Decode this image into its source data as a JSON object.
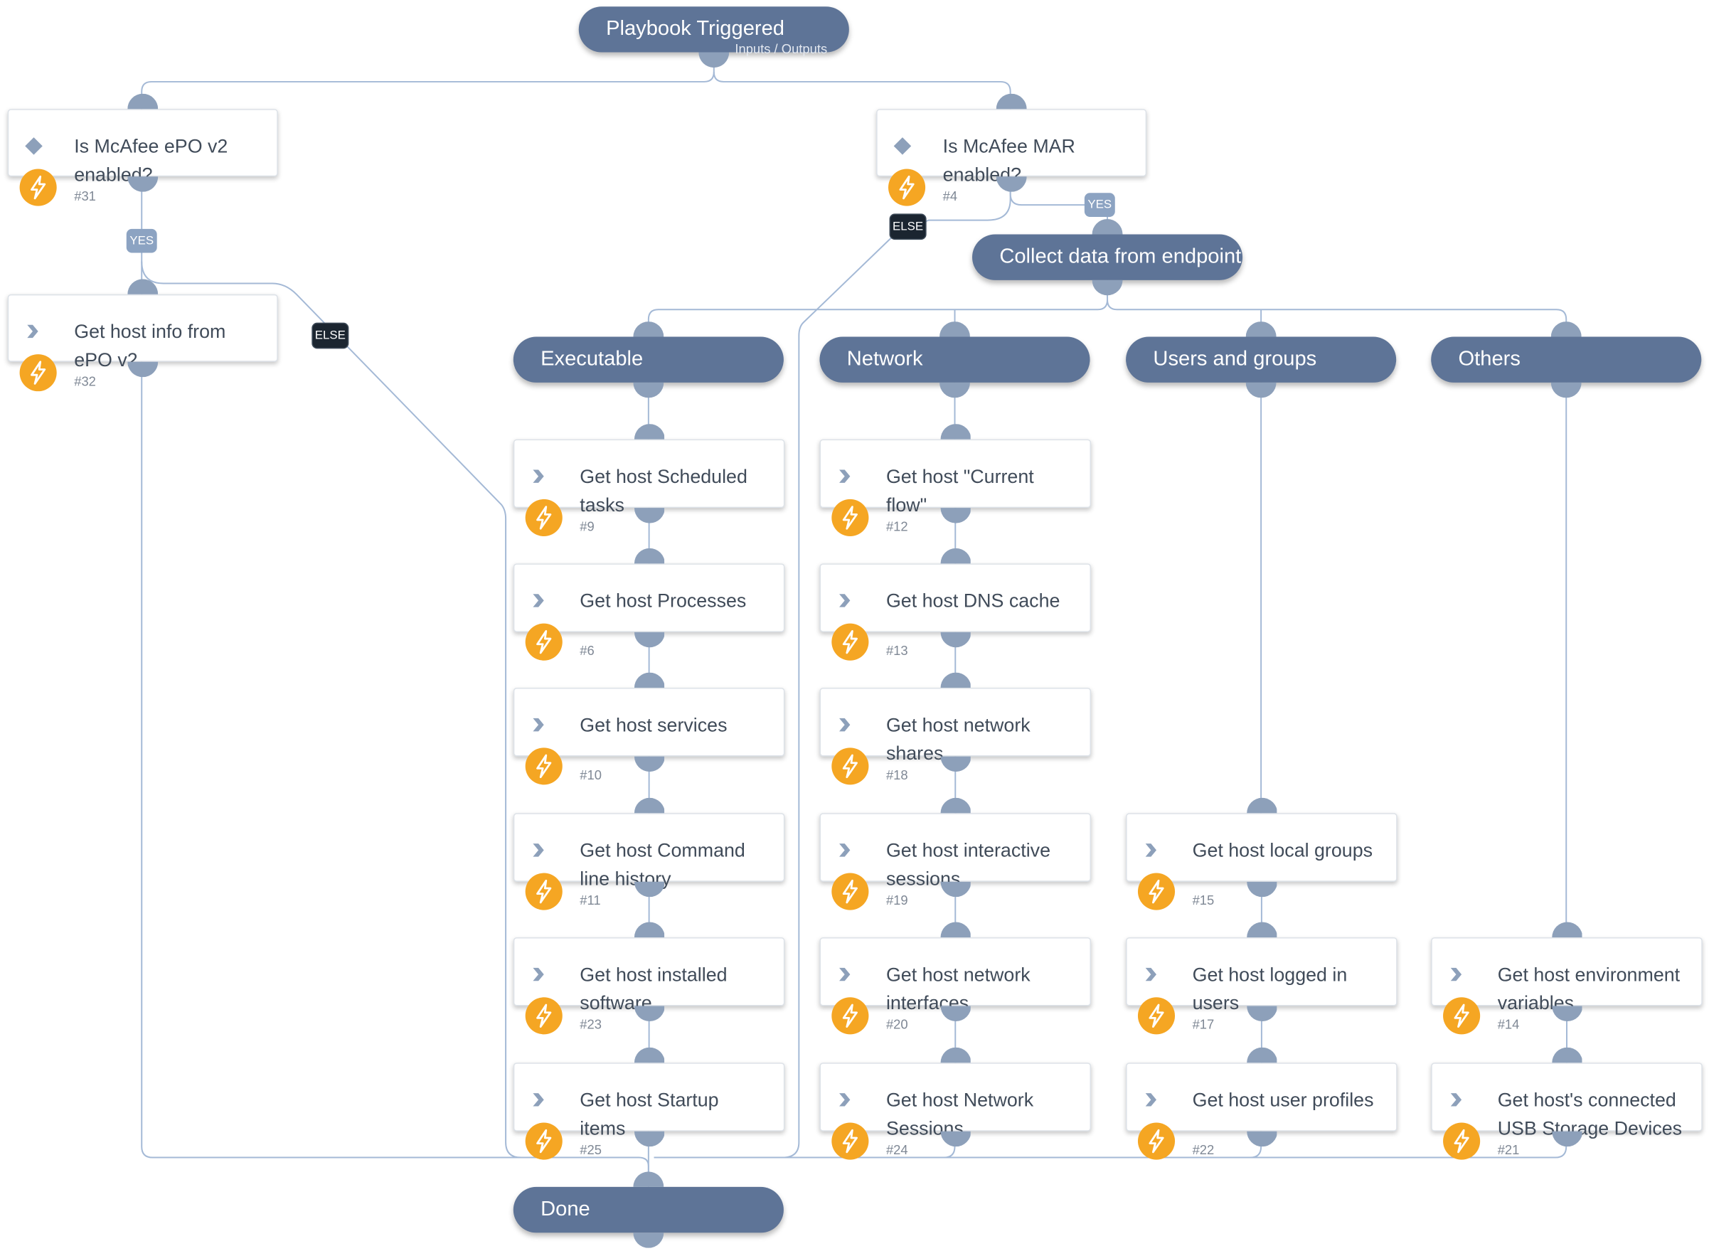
{
  "colors": {
    "stage": "#5e7497",
    "connector": "#8da0ba",
    "wire": "#a4b9d6",
    "bolt": "#f5a623",
    "yes_label": "#8ca3c2",
    "else_label": "#1b2530"
  },
  "nodes": [
    {
      "key": "start",
      "kind": "stage",
      "name": "Playbook Triggered",
      "extra": "Inputs / Outputs"
    },
    {
      "key": "n31",
      "kind": "condition",
      "icon": "diamond-icon",
      "name": "Is McAfee ePO v2 enabled?",
      "id": "#31"
    },
    {
      "key": "n4",
      "kind": "condition",
      "icon": "diamond-icon",
      "name": "Is McAfee MAR enabled?",
      "id": "#4"
    },
    {
      "key": "n32",
      "kind": "task",
      "icon": "chevron-right-icon",
      "name": "Get host info from ePO v2",
      "id": "#32"
    },
    {
      "key": "collect",
      "kind": "stage",
      "name": "Collect data from endpoint"
    },
    {
      "key": "exe",
      "kind": "stage",
      "name": "Executable"
    },
    {
      "key": "net",
      "kind": "stage",
      "name": "Network"
    },
    {
      "key": "usr",
      "kind": "stage",
      "name": "Users and groups"
    },
    {
      "key": "oth",
      "kind": "stage",
      "name": "Others"
    },
    {
      "key": "n9",
      "kind": "task",
      "icon": "chevron-right-icon",
      "name": "Get host Scheduled tasks",
      "id": "#9"
    },
    {
      "key": "n6",
      "kind": "task",
      "icon": "chevron-right-icon",
      "name": "Get host Processes",
      "id": "#6"
    },
    {
      "key": "n10",
      "kind": "task",
      "icon": "chevron-right-icon",
      "name": "Get host services",
      "id": "#10"
    },
    {
      "key": "n11",
      "kind": "task",
      "icon": "chevron-right-icon",
      "name": "Get host Command line history",
      "id": "#11"
    },
    {
      "key": "n23",
      "kind": "task",
      "icon": "chevron-right-icon",
      "name": "Get host installed software",
      "id": "#23"
    },
    {
      "key": "n25",
      "kind": "task",
      "icon": "chevron-right-icon",
      "name": "Get host Startup items",
      "id": "#25"
    },
    {
      "key": "n12",
      "kind": "task",
      "icon": "chevron-right-icon",
      "name": "Get host \"Current flow\"",
      "id": "#12"
    },
    {
      "key": "n13",
      "kind": "task",
      "icon": "chevron-right-icon",
      "name": "Get host DNS cache",
      "id": "#13"
    },
    {
      "key": "n18",
      "kind": "task",
      "icon": "chevron-right-icon",
      "name": "Get host network shares",
      "id": "#18"
    },
    {
      "key": "n19",
      "kind": "task",
      "icon": "chevron-right-icon",
      "name": "Get host interactive sessions",
      "id": "#19"
    },
    {
      "key": "n20",
      "kind": "task",
      "icon": "chevron-right-icon",
      "name": "Get host network interfaces",
      "id": "#20"
    },
    {
      "key": "n24",
      "kind": "task",
      "icon": "chevron-right-icon",
      "name": "Get host Network Sessions",
      "id": "#24"
    },
    {
      "key": "n15",
      "kind": "task",
      "icon": "chevron-right-icon",
      "name": "Get host local groups",
      "id": "#15"
    },
    {
      "key": "n17",
      "kind": "task",
      "icon": "chevron-right-icon",
      "name": "Get host logged in users",
      "id": "#17"
    },
    {
      "key": "n22",
      "kind": "task",
      "icon": "chevron-right-icon",
      "name": "Get host user profiles",
      "id": "#22"
    },
    {
      "key": "n14",
      "kind": "task",
      "icon": "chevron-right-icon",
      "name": "Get host environment variables",
      "id": "#14"
    },
    {
      "key": "n21",
      "kind": "task",
      "icon": "chevron-right-icon",
      "name": "Get host's connected USB Storage Devices",
      "id": "#21"
    },
    {
      "key": "done",
      "kind": "stage",
      "name": "Done"
    }
  ],
  "branch_labels": [
    {
      "key": "yes31",
      "kind": "yes",
      "text": "YES"
    },
    {
      "key": "else31",
      "kind": "else",
      "text": "ELSE"
    },
    {
      "key": "else4",
      "kind": "else",
      "text": "ELSE"
    },
    {
      "key": "yes4",
      "kind": "yes",
      "text": "YES"
    }
  ]
}
